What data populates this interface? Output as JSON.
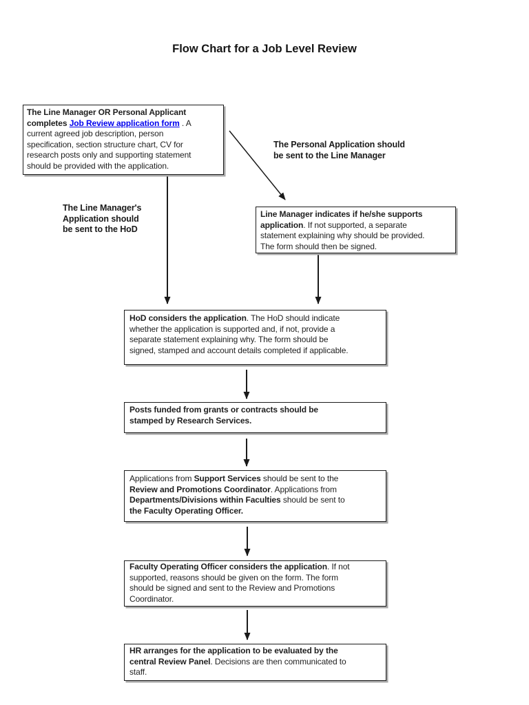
{
  "page": {
    "title": "Flow Chart for a Job Level Review",
    "background_color": "#ffffff",
    "text_color": "#1b1b1b",
    "box_border_color": "#1a1a1a",
    "arrow_color": "#1a1a1a",
    "link_color": "#0000ee"
  },
  "labels": {
    "personal_application": "The Personal Application should\nbe sent to the Line Manager",
    "line_manager_application": "The Line Manager's\nApplication should\nbe sent to the HoD"
  },
  "boxes": {
    "applicant": {
      "segments": [
        {
          "text": "The Line Manager OR Personal Applicant\ncompletes ",
          "bold": true
        },
        {
          "text": "Job Review application form",
          "bold": true,
          "link": true,
          "name": "job-review-application-form-link"
        },
        {
          "text": " . A\ncurrent agreed job description, person\nspecification, section structure chart, CV for\nresearch posts only and supporting statement\nshould be provided with the application.",
          "bold": false
        }
      ]
    },
    "line_manager": {
      "segments": [
        {
          "text": "Line Manager indicates if he/she supports\napplication",
          "bold": true
        },
        {
          "text": ". If not supported, a separate\nstatement explaining why should be provided.\nThe form should then be signed.",
          "bold": false
        }
      ]
    },
    "hod": {
      "segments": [
        {
          "text": "HoD considers the application",
          "bold": true
        },
        {
          "text": ". The HoD should indicate\nwhether the application is supported and, if not, provide a\nseparate statement explaining why. The form should be\nsigned, stamped and account details completed if applicable.",
          "bold": false
        }
      ]
    },
    "research_services": {
      "segments": [
        {
          "text": "Posts funded from grants or contracts should be\nstamped by Research Services.",
          "bold": true
        }
      ]
    },
    "routing": {
      "segments": [
        {
          "text": "Applications from ",
          "bold": false
        },
        {
          "text": "Support Services",
          "bold": true
        },
        {
          "text": " should be sent to the\n",
          "bold": false
        },
        {
          "text": "Review and Promotions Coordinator",
          "bold": true
        },
        {
          "text": ". Applications from\n",
          "bold": false
        },
        {
          "text": "Departments/Divisions within Faculties",
          "bold": true
        },
        {
          "text": " should be sent to\n",
          "bold": false
        },
        {
          "text": "the Faculty Operating Officer.",
          "bold": true
        }
      ]
    },
    "faculty_officer": {
      "segments": [
        {
          "text": "Faculty Operating Officer considers the application",
          "bold": true
        },
        {
          "text": ". If not\nsupported, reasons should be given on the form. The form\nshould be signed and sent to the Review and Promotions\nCoordinator.",
          "bold": false
        }
      ]
    },
    "hr": {
      "segments": [
        {
          "text": "HR arranges for the application to be evaluated by the\ncentral Review Panel",
          "bold": true
        },
        {
          "text": ". Decisions are then communicated to\nstaff.",
          "bold": false
        }
      ]
    }
  }
}
